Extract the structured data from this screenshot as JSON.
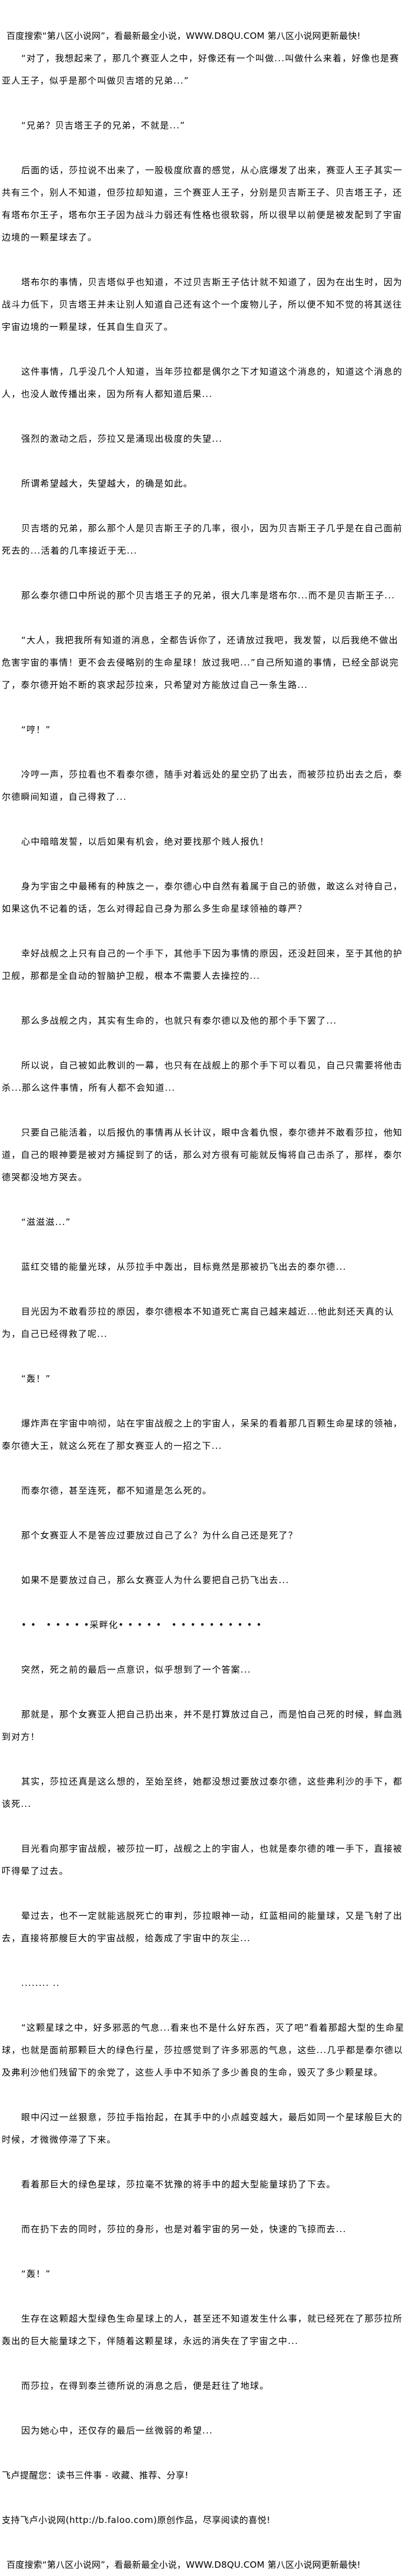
{
  "header_banner": "百度搜索“第八区小说网”，看最新最全小说，WWW.D8QU.COM  第八区小说网更新最快!",
  "paragraphs": [
    "“对了，我想起来了，那几个赛亚人之中，好像还有一个叫做...叫做什么来着，好像也是赛亚人王子，似乎是那个叫做贝吉塔的兄弟...”",
    "“兄弟？贝吉塔王子的兄弟，不就是...”",
    "后面的话，莎拉说不出来了，一股极度欣喜的感觉，从心底爆发了出来，赛亚人王子其实一共有三个，别人不知道，但莎拉却知道，三个赛亚人王子，分别是贝吉斯王子、贝吉塔王子，还有塔布尔王子，塔布尔王子因为战斗力弱还有性格也很软弱，所以很早以前便是被发配到了宇宙边境的一颗星球去了。",
    "塔布尔的事情，贝吉塔似乎也知道，不过贝吉斯王子估计就不知道了，因为在出生时，因为战斗力低下，贝吉塔王并未让别人知道自己还有这个一个废物儿子，所以便不知不觉的将其送往宇宙边境的一颗星球，任其自生自灭了。",
    "这件事情，几乎没几个人知道，当年莎拉都是偶尔之下才知道这个消息的，知道这个消息的人，也没人敢传播出来，因为所有人都知道后果...",
    "强烈的激动之后，莎拉又是涌现出极度的失望...",
    "所谓希望越大，失望越大，的确是如此。",
    "贝吉塔的兄弟，那么那个人是贝吉斯王子的几率，很小，因为贝吉斯王子几乎是在自己面前死去的...活着的几率接近于无...",
    "那么泰尔德口中所说的那个贝吉塔王子的兄弟，很大几率是塔布尔...而不是贝吉斯王子...",
    "“大人，我把我所有知道的消息，全都告诉你了，还请放过我吧，我发誓，以后我绝不做出危害宇宙的事情！更不会去侵略别的生命星球！放过我吧...”自己所知道的事情，已经全部说完了，泰尔德开始不断的哀求起莎拉来，只希望对方能放过自己一条生路...",
    "“哼！”",
    "冷哼一声，莎拉看也不看泰尔德，随手对着远处的星空扔了出去，而被莎拉扔出去之后，泰尔德瞬间知道，自己得救了...",
    "心中暗暗发誓，以后如果有机会，绝对要找那个贱人报仇！",
    "身为宇宙之中最稀有的种族之一，泰尔德心中自然有着属于自己的骄傲，敢这么对待自己，如果这仇不记着的话，怎么对得起自己身为那么多生命星球领袖的尊严？",
    "幸好战舰之上只有自己的一个手下，其他手下因为事情的原因，还没赶回来，至于其他的护卫舰，那都是全自动的智脑护卫舰，根本不需要人去操控的...",
    "那么多战舰之内，其实有生命的，也就只有泰尔德以及他的那个手下罢了...",
    "所以说，自己被如此教训的一幕，也只有在战舰上的那个手下可以看见，自己只需要将他击杀...那么这件事情，所有人都不会知道...",
    "只要自己能活着，以后报仇的事情再从长计议，眼中含着仇恨，泰尔德并不敢看莎拉，他知道，自己的眼神要是被对方捕捉到了的话，那么对方很有可能就反悔将自己击杀了，那样，泰尔德哭都没地方哭去。",
    "“滋滋滋...”",
    "蓝红交错的能量光球，从莎拉手中轰出，目标竟然是那被扔飞出去的泰尔德...",
    "目光因为不敢看莎拉的原因，泰尔德根本不知道死亡离自己越来越近...他此刻还天真的认为，自己已经得救了呢...",
    "“轰！”",
    "爆炸声在宇宙中响彻，站在宇宙战舰之上的宇宙人，呆呆的看着那几百颗生命星球的领袖，泰尔德大王，就这么死在了那女赛亚人的一招之下...",
    "而泰尔德，甚至连死，都不知道是怎么死的。",
    "那个女赛亚人不是答应过要放过自己了么？为什么自己还是死了？",
    "如果不是要放过自己，那么女赛亚人为什么要把自己扔飞出去...",
    "• •　• • • • •采畔化• • • • •　• • • • • • • • • •",
    "突然，死之前的最后一点意识，似乎想到了一个答案...",
    "那就是，那个女赛亚人把自己扔出来，并不是打算放过自己，而是怕自己死的时候，鲜血溅到对方！",
    "其实，莎拉还真是这么想的，至始至终，她都没想过要放过泰尔德，这些弗利沙的手下，都该死...",
    "目光看向那宇宙战舰，被莎拉一盯，战舰之上的宇宙人，也就是泰尔德的唯一手下，直接被吓得晕了过去。",
    "晕过去，也不一定就能逃脱死亡的审判，莎拉眼神一动，红蓝相间的能量球，又是飞射了出去，直接将那艘巨大的宇宙战舰，给轰成了宇宙中的灰尘...",
    "........ ..",
    "“这颗星球之中，好多邪恶的气息...看来也不是什么好东西，灭了吧”看着那超大型的生命星球，也就是面前那颗巨大的绿色行星，莎拉感觉到了许多邪恶的气息，这些...几乎都是泰尔德以及弗利沙他们残留下的余党了，这些人手中不知杀了多少善良的生命，毁灭了多少颗星球。",
    "眼中闪过一丝狠意，莎拉手指抬起，在其手中的小点越变越大，最后如同一个星球般巨大的时候，才微微停滞了下来。",
    "看着那巨大的绿色星球，莎拉毫不犹豫的将手中的超大型能量球扔了下去。",
    "而在扔下去的同时，莎拉的身形，也是对着宇宙的另一处，快速的飞掠而去...",
    "“轰！”",
    "生存在这颗超大型绿色生命星球上的人，甚至还不知道发生什么事，就已经死在了那莎拉所轰出的巨大能量球之下，伴随着这颗星球，永远的消失在了宇宙之中...",
    "而莎拉，在得到泰兰德所说的消息之后，便是赶往了地球。",
    "因为她心中，还仅存的最后一丝微弱的希望..."
  ],
  "footer_notes": [
    "飞卢提醒您：读书三件事 - 收藏、推荐、分享!",
    "支持飞卢小说网(http://b.faloo.com)原创作品，尽享阅读的喜悦!"
  ],
  "footer_banner": "百度搜索“第八区小说网”，看最新最全小说，WWW.D8QU.COM  第八区小说网更新最快!"
}
